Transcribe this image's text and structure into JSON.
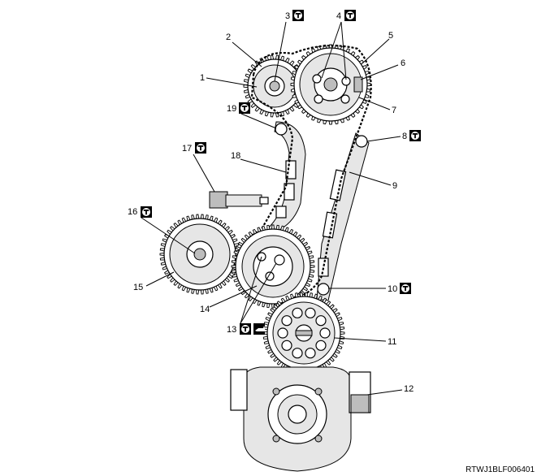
{
  "callouts": [
    {
      "id": "1",
      "label": "1",
      "torque": false
    },
    {
      "id": "2",
      "label": "2",
      "torque": false
    },
    {
      "id": "3",
      "label": "3",
      "torque": true
    },
    {
      "id": "4",
      "label": "4",
      "torque": true
    },
    {
      "id": "5",
      "label": "5",
      "torque": false
    },
    {
      "id": "6",
      "label": "6",
      "torque": false
    },
    {
      "id": "7",
      "label": "7",
      "torque": false
    },
    {
      "id": "8",
      "label": "8",
      "torque": true
    },
    {
      "id": "9",
      "label": "9",
      "torque": false
    },
    {
      "id": "10",
      "label": "10",
      "torque": true
    },
    {
      "id": "11",
      "label": "11",
      "torque": false
    },
    {
      "id": "12",
      "label": "12",
      "torque": false
    },
    {
      "id": "13",
      "label": "13",
      "torque": true,
      "oil": true
    },
    {
      "id": "14",
      "label": "14",
      "torque": false
    },
    {
      "id": "15",
      "label": "15",
      "torque": false
    },
    {
      "id": "16",
      "label": "16",
      "torque": true
    },
    {
      "id": "17",
      "label": "17",
      "torque": true
    },
    {
      "id": "18",
      "label": "18",
      "torque": false
    },
    {
      "id": "19",
      "label": "19",
      "torque": true
    }
  ],
  "symbols": {
    "torque_glyph": "T",
    "torque_icon": "torque-wrench-icon",
    "oil_icon": "oil-can-icon"
  },
  "figure_code": "RTWJ1BLF006401"
}
